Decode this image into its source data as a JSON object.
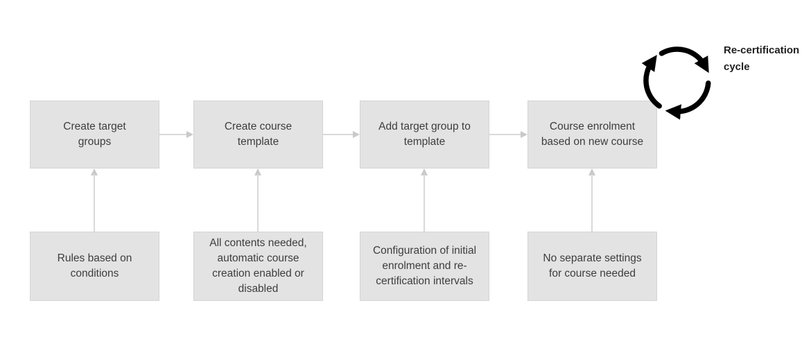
{
  "flow": {
    "steps": [
      {
        "label": "Create target\ngroups"
      },
      {
        "label": "Create course\ntemplate"
      },
      {
        "label": "Add target group to\ntemplate"
      },
      {
        "label": "Course enrolment\nbased on new course"
      }
    ],
    "notes": [
      {
        "label": "Rules based on\nconditions"
      },
      {
        "label": "All contents needed,\nautomatic course\ncreation enabled or\ndisabled"
      },
      {
        "label": "Configuration of initial\nenrolment and re-\ncertification intervals"
      },
      {
        "label": "No separate settings\nfor course needed"
      }
    ],
    "cycle": {
      "icon": "cycle-arrows-icon",
      "label": "Re-certification\ncycle"
    },
    "colors": {
      "background": "#ffffff",
      "box_fill": "#e3e3e3",
      "box_border": "#d4d4d4",
      "box_text": "#3d3d3d",
      "connector_line": "#d9d9d9",
      "connector_head": "#c9c9c9",
      "cycle_icon": "#000000",
      "cycle_text": "#212121"
    }
  }
}
